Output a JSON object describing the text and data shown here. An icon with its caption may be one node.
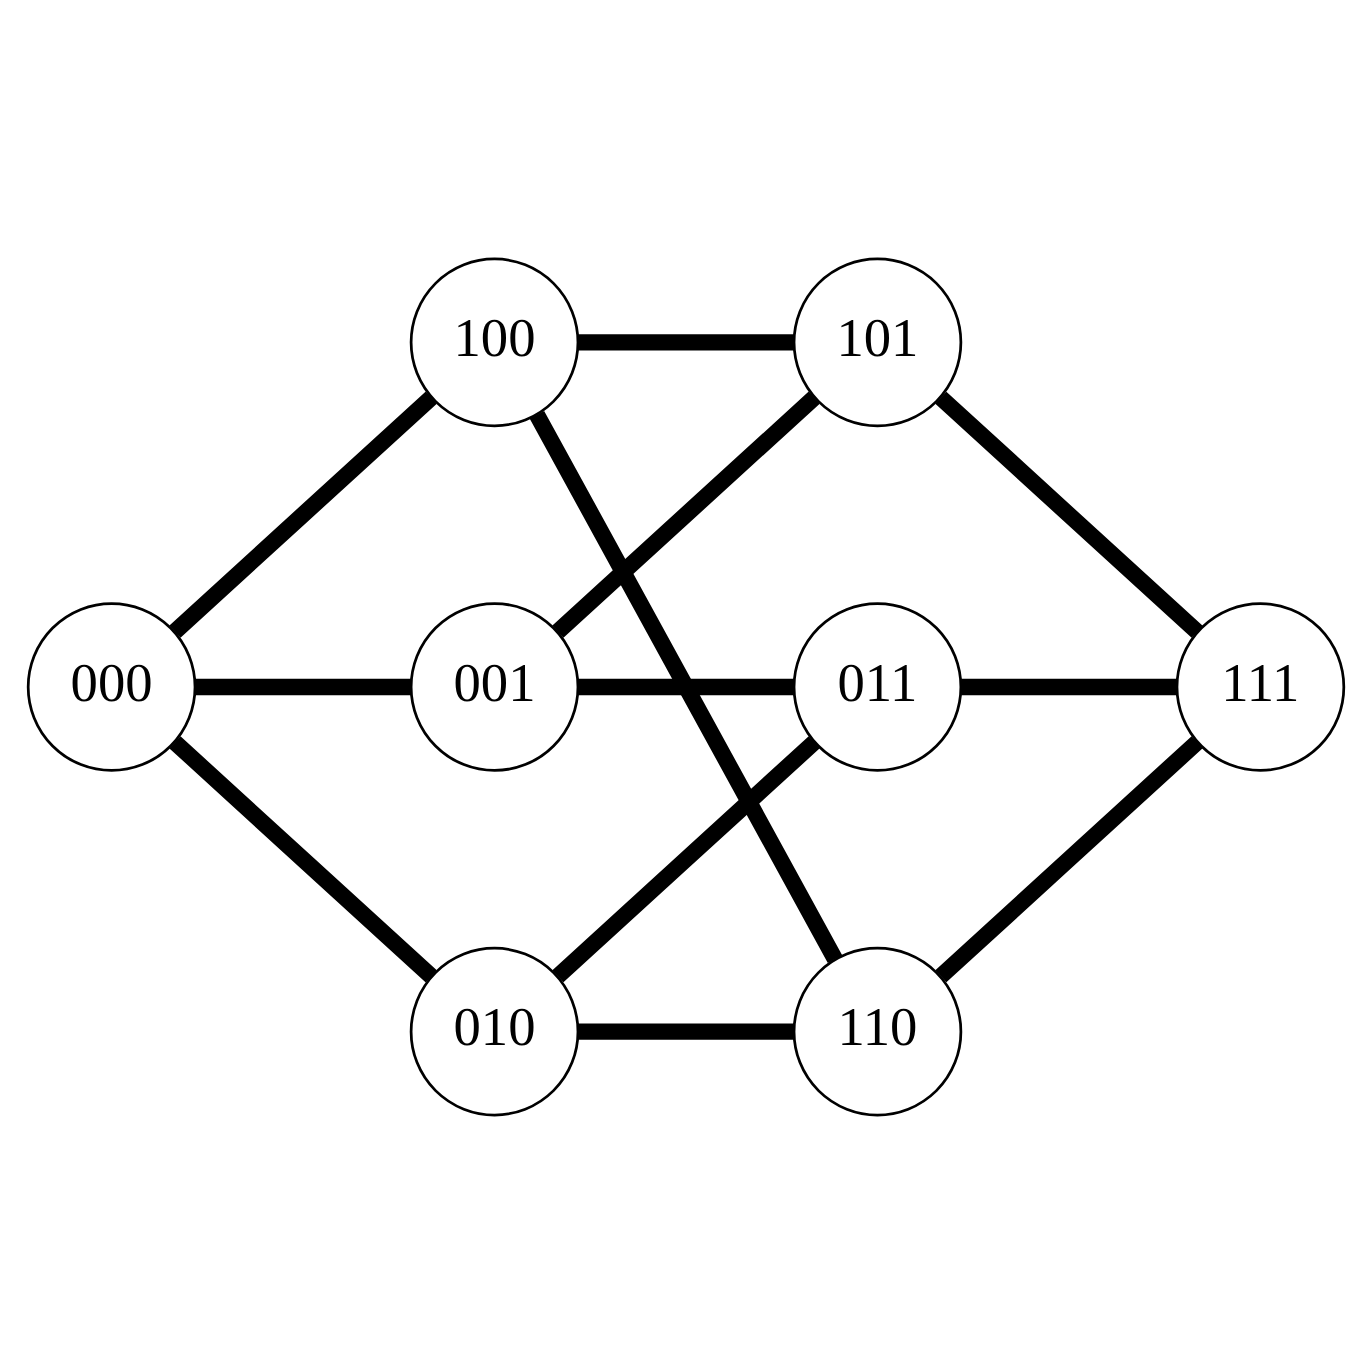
{
  "diagram": {
    "nodes": [
      {
        "text": [
          "100"
        ]
      },
      {
        "text": [
          "101"
        ]
      },
      {
        "text": [
          "000"
        ]
      },
      {
        "text": [
          "001"
        ]
      },
      {
        "text": [
          "011"
        ]
      },
      {
        "text": [
          "111"
        ]
      },
      {
        "text": [
          "010"
        ]
      },
      {
        "text": [
          "110"
        ]
      }
    ],
    "edges": [
      {
        "from": 0,
        "to": 1,
        "arrow": "none"
      },
      {
        "from": 2,
        "to": 0,
        "arrow": "none"
      },
      {
        "from": 3,
        "to": 1,
        "arrow": "none"
      },
      {
        "from": 1,
        "to": 5,
        "arrow": "none"
      },
      {
        "from": 0,
        "to": 7,
        "arrow": "none"
      },
      {
        "from": 2,
        "to": 3,
        "arrow": "none"
      },
      {
        "from": 3,
        "to": 4,
        "arrow": "none"
      },
      {
        "from": 4,
        "to": 5,
        "arrow": "none"
      },
      {
        "from": 2,
        "to": 6,
        "arrow": "none"
      },
      {
        "from": 6,
        "to": 4,
        "arrow": "none"
      },
      {
        "from": 7,
        "to": 5,
        "arrow": "none"
      },
      {
        "from": 6,
        "to": 7,
        "arrow": "none"
      }
    ]
  }
}
